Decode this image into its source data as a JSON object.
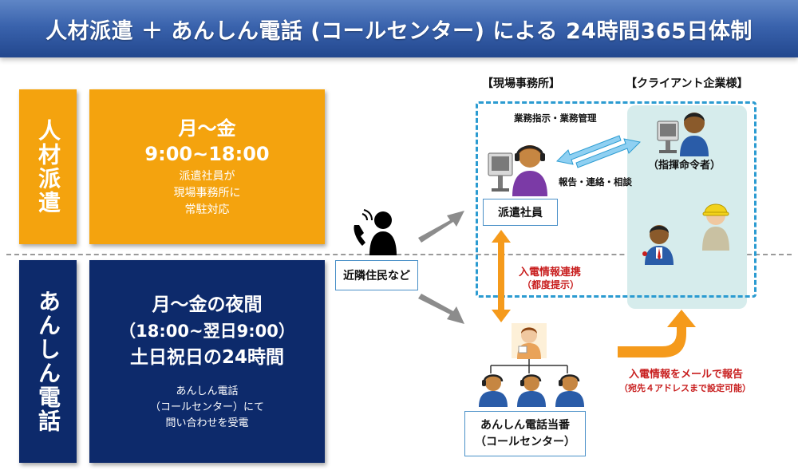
{
  "title": "人材派遣 ＋ あんしん電話 (コールセンター) による 24時間365日体制",
  "haken": {
    "label": "人材派遣",
    "days": "月～金",
    "hours": "9:00~18:00",
    "desc": [
      "派遣社員が",
      "現場事務所に",
      "常駐対応"
    ]
  },
  "anshin": {
    "label": "あんしん電話",
    "line1": "月～金の夜間",
    "line2": "（18:00~翌日9:00）",
    "line3": "土日祝日の24時間",
    "desc": [
      "あんしん電話",
      "（コールセンター）にて",
      "問い合わせを受電"
    ]
  },
  "caller": {
    "label": "近隣住民など"
  },
  "site_office": {
    "heading": "【現場事務所】",
    "staff_label": "派遣社員"
  },
  "client": {
    "heading": "【クライアント企業様】",
    "commander_label": "（指揮命令者）"
  },
  "flows": {
    "instructions": "業務指示・業務管理",
    "reports": "報告・連絡・相談",
    "call_info": "入電情報連携",
    "call_info_sub": "（都度提示）",
    "email_report": "入電情報をメールで報告",
    "email_report_sub": "（宛先４アドレスまで設定可能）"
  },
  "callcenter": {
    "line1": "あんしん電話当番",
    "line2": "（コールセンター）"
  },
  "colors": {
    "banner": "#2f5aa6",
    "orange": "#f4a30e",
    "navy": "#0d2a6b",
    "accent_blue": "#2b9bd1",
    "arrow_orange": "#f59a1b",
    "alert_red": "#c81e1e",
    "client_bg": "#d6ecec"
  }
}
